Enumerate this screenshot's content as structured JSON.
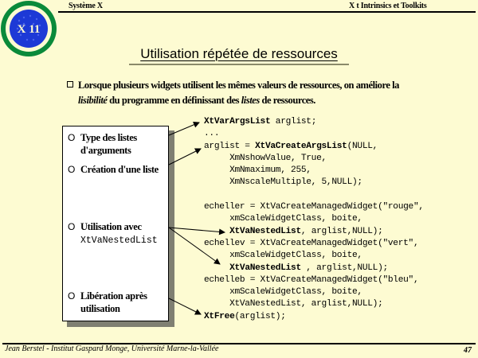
{
  "header": {
    "left": "Système X",
    "right": "X t Intrinsics et Toolkits"
  },
  "logo": {
    "text": "X 11"
  },
  "title": "Utilisation répétée de ressources",
  "intro": {
    "part1": "Lorsque plusieurs widgets utilisent les mêmes valeurs de ressources, on améliore la",
    "word_lisibilite": "lisibilité",
    "part2": " du programme en définissant des ",
    "word_listes": "listes",
    "part3": " de ressources."
  },
  "box": {
    "items": [
      {
        "marker": "O",
        "text": "Type des listes d'arguments"
      },
      {
        "marker": "O",
        "text": "Création d'une liste"
      },
      {
        "marker": "O",
        "text": "Utilisation avec",
        "code": "XtVaNestedList"
      },
      {
        "marker": "O",
        "text": "Libération après utilisation"
      }
    ]
  },
  "code": {
    "l1a": "XtVarArgsList",
    "l1b": " arglist;",
    "l2": "...",
    "l3a": "arglist = ",
    "l3b": "XtVaCreateArgsList",
    "l3c": "(NULL,",
    "l4": "     XmNshowValue, True,",
    "l5": "     XmNmaximum, 255,",
    "l6": "     XmNscaleMultiple, 5,NULL);",
    "l7": "echeller = XtVaCreateManagedWidget(\"rouge\",",
    "l8": "     xmScaleWidgetClass, boite,",
    "l9a": "     ",
    "l9b": "XtVaNestedList",
    "l9c": ", arglist,NULL);",
    "l10": "echellev = XtVaCreateManagedWidget(\"vert\",",
    "l11": "     xmScaleWidgetClass, boite,",
    "l12a": "     ",
    "l12b": "XtVaNestedList",
    "l12c": " , arglist,NULL);",
    "l13": "echelleb = XtVaCreateManagedWidget(\"bleu\",",
    "l14": "     xmScaleWidgetClass, boite,",
    "l15": "     XtVaNestedList, arglist,NULL);",
    "l16a": "XtFree",
    "l16b": "(arglist);"
  },
  "footer": {
    "left": "Jean Berstel  -   Institut Gaspard Monge, Université Marne-la-Vallée",
    "page": "47"
  },
  "colors": {
    "background": "#fdfbd2",
    "logo_blue": "#1d39d6",
    "logo_green": "#0a8a3a",
    "shadow": "#7f7f72"
  }
}
